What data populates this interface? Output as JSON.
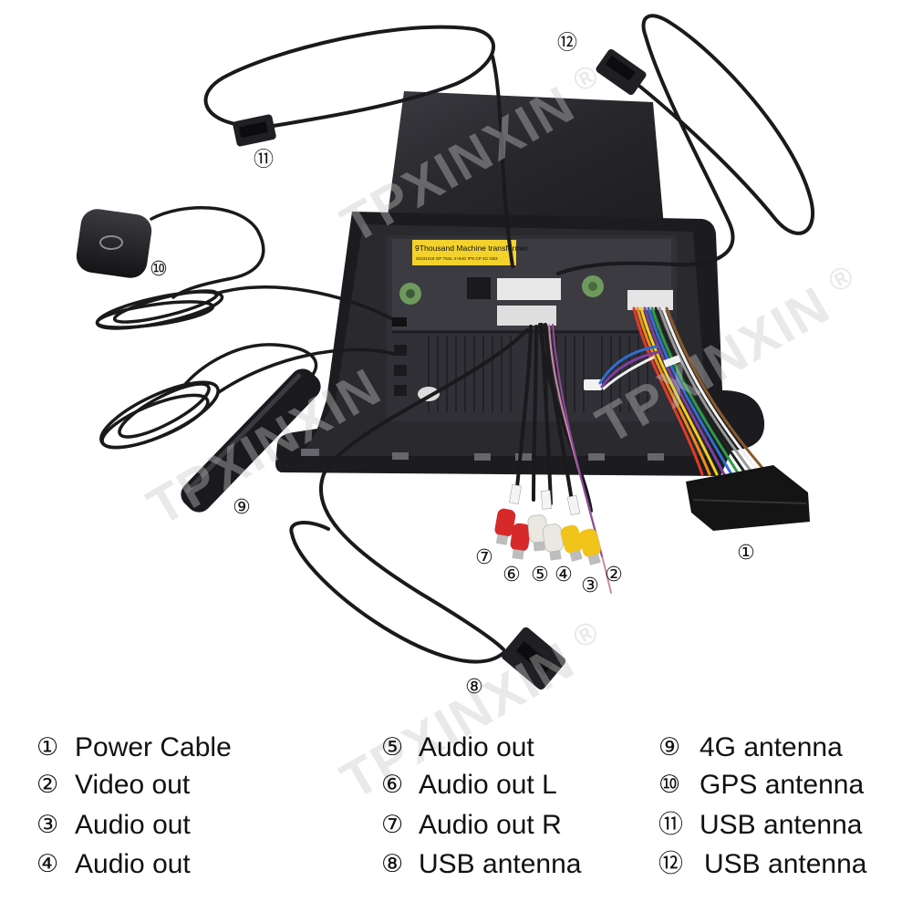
{
  "watermark": {
    "brand": "TPXINXIN",
    "mark": "®"
  },
  "device": {
    "sticker_title": "9Thousand Machine transformer",
    "sticker_detail": "20231218 GP T5SL 4+64G IPS CP 4G GB3"
  },
  "callouts": [
    "①",
    "②",
    "③",
    "④",
    "⑤",
    "⑥",
    "⑦",
    "⑧",
    "⑨",
    "⑩",
    "⑪",
    "⑫"
  ],
  "legend": [
    {
      "num": "①",
      "label": "Power Cable"
    },
    {
      "num": "②",
      "label": "Video out"
    },
    {
      "num": "③",
      "label": "Audio out"
    },
    {
      "num": "④",
      "label": "Audio out"
    },
    {
      "num": "⑤",
      "label": "Audio out"
    },
    {
      "num": "⑥",
      "label": "Audio out L"
    },
    {
      "num": "⑦",
      "label": "Audio out R"
    },
    {
      "num": "⑧",
      "label": "USB antenna"
    },
    {
      "num": "⑨",
      "label": "4G antenna"
    },
    {
      "num": "⑩",
      "label": "GPS antenna"
    },
    {
      "num": "⑪",
      "label": "USB antenna"
    },
    {
      "num": "⑫",
      "label": "USB antenna"
    }
  ],
  "colors": {
    "unit_body": "#1c1c20",
    "cable": "#1a1a1c",
    "sticker": "#f3d22c",
    "connector_green": "#6e9a5d",
    "rca_red": "#d62a2a",
    "rca_white": "#ebe8e2",
    "rca_yellow": "#f0c419"
  }
}
